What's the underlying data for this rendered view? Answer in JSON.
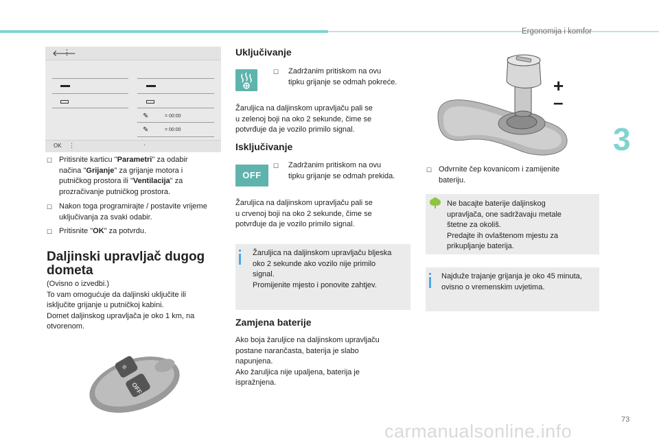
{
  "header": {
    "section": "Ergonomija i komfor",
    "chapter": "3",
    "page": "73"
  },
  "screen": {
    "back_icon": "back-arrow-icon",
    "times": [
      "= 00:00",
      "= 00:00"
    ],
    "ok": "OK"
  },
  "left": {
    "b1_l1a": "Pritisnite karticu \"",
    "b1_l1b": "Parametri",
    "b1_l1c": "\" za odabir",
    "b1_l2a": "načina \"",
    "b1_l2b": "Grijanje",
    "b1_l2c": "\" za grijanje motora i",
    "b1_l3a": "putničkog prostora ili \"",
    "b1_l3b": "Ventilacija",
    "b1_l3c": "\" za",
    "b1_l4": "prozračivanje putničkog prostora.",
    "b2_l1": "Nakon toga programirajte / postavite vrijeme",
    "b2_l2": "uključivanja za svaki odabir.",
    "b3_a": "Pritisnite \"",
    "b3_b": "OK",
    "b3_c": "\" za potvrdu.",
    "title_l1": "Daljinski upravljač dugog",
    "title_l2": "dometa",
    "p_l1": "(Ovisno o izvedbi.)",
    "p_l2": "To vam omogućuje da daljinski uključite ili",
    "p_l3": "isključite grijanje u putničkoj kabini.",
    "p_l4": "Domet daljinskog upravljača je oko 1 km, na",
    "p_l5": "otvorenom."
  },
  "middle": {
    "h_on": "Uključivanje",
    "on_l1": "Zadržanim pritiskom na ovu",
    "on_l2": "tipku grijanje se odmah pokreće.",
    "on_p1": "Žaruljica na daljinskom upravljaču pali se",
    "on_p2": "u zelenoj boji na oko 2 sekunde, čime se",
    "on_p3": "potvrđuje da je vozilo primilo signal.",
    "h_off": "Isključivanje",
    "off_label": "OFF",
    "off_l1": "Zadržanim pritiskom na ovu",
    "off_l2": "tipku grijanje se odmah prekida.",
    "off_p1": "Žaruljica na daljinskom upravljaču pali se",
    "off_p2": "u crvenoj boji na oko 2 sekunde, čime se",
    "off_p3": "potvrđuje da je vozilo primilo signal.",
    "note_l1": "Žaruljica na daljinskom upravljaču bljeska",
    "note_l2": "oko 2 sekunde ako vozilo nije primilo",
    "note_l3": "signal.",
    "note_l4": "Promijenite mjesto i ponovite zahtjev.",
    "h_bat": "Zamjena baterije",
    "bat_l1": "Ako boja žaruljice na daljinskom upravljaču",
    "bat_l2": "postane narančasta, baterija je slabo",
    "bat_l3": "napunjena.",
    "bat_l4": "Ako žaruljica nije upaljena, baterija je",
    "bat_l5": "ispražnjena."
  },
  "right": {
    "plus": "+",
    "minus": "–",
    "b_l1": "Odvrnite čep kovanicom i zamijenite",
    "b_l2": "bateriju.",
    "eco_l1": "Ne bacajte baterije daljinskog",
    "eco_l2": "upravljača, one sadržavaju metale",
    "eco_l3": "štetne za okoliš.",
    "eco_l4": "Predajte ih ovlaštenom mjestu za",
    "eco_l5": "prikupljanje baterija.",
    "info_l1": "Najduže trajanje grijanja je oko 45 minuta,",
    "info_l2": "ovisno o vremenskim uvjetima."
  },
  "remote": {
    "off_label": "OFF"
  },
  "watermark": "carmanualsonline.info",
  "colors": {
    "accent": "#7fd3d0",
    "button": "#5fb3ad",
    "info_bar": "#4aa8e8",
    "eco": "#8cc63f",
    "note_bg": "#ebebeb"
  }
}
